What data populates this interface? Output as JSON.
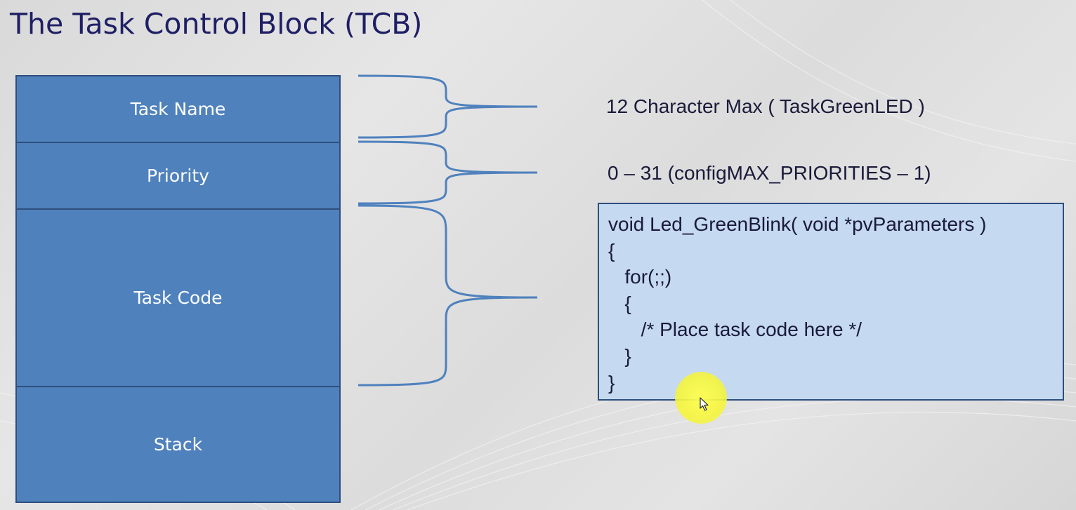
{
  "title": "The Task Control Block (TCB)",
  "tcb": {
    "cells": [
      {
        "label": "Task Name"
      },
      {
        "label": "Priority"
      },
      {
        "label": "Task Code"
      },
      {
        "label": "Stack"
      }
    ]
  },
  "descriptions": {
    "task_name": "12 Character Max ( TaskGreenLED )",
    "priority": "0 – 31 (configMAX_PRIORITIES – 1)"
  },
  "code": {
    "lines": [
      "void Led_GreenBlink( void *pvParameters )",
      "{",
      "   for(;;)",
      "   {",
      "      /* Place task code here */",
      "   }",
      "}"
    ]
  },
  "colors": {
    "title": "#1f1f66",
    "cell_fill": "#4f81bd",
    "cell_border": "#2e4f7e",
    "code_fill": "#c5d9f1",
    "brace": "#4f81bd",
    "cursor_highlight": "#f5f53c"
  },
  "icons": {
    "cursor": "mouse-pointer-icon"
  }
}
